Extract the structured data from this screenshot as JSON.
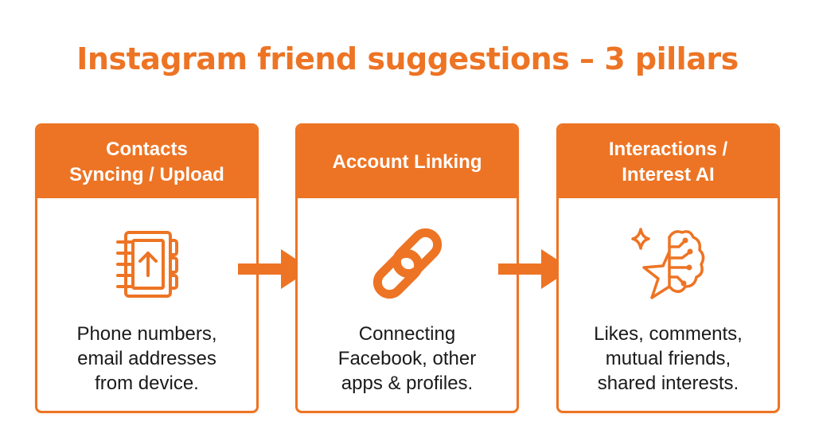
{
  "title": "Instagram friend suggestions – 3 pillars",
  "colors": {
    "accent": "#ED7424",
    "header_text": "#FFFFFF",
    "body_text": "#1A1A1A",
    "background": "#FFFFFF"
  },
  "pillars": [
    {
      "heading": "Contacts\nSyncing / Upload",
      "icon": "contacts-upload-icon",
      "description": "Phone numbers,\nemail addresses\nfrom device."
    },
    {
      "heading": "Account Linking",
      "icon": "chain-link-icon",
      "description": "Connecting\nFacebook, other\napps & profiles."
    },
    {
      "heading": "Interactions /\nInterest AI",
      "icon": "sparkle-star-ai-brain-icon",
      "description": "Likes, comments,\nmutual friends,\nshared interests."
    }
  ],
  "connectors": [
    "arrow-right-icon",
    "arrow-right-icon"
  ]
}
